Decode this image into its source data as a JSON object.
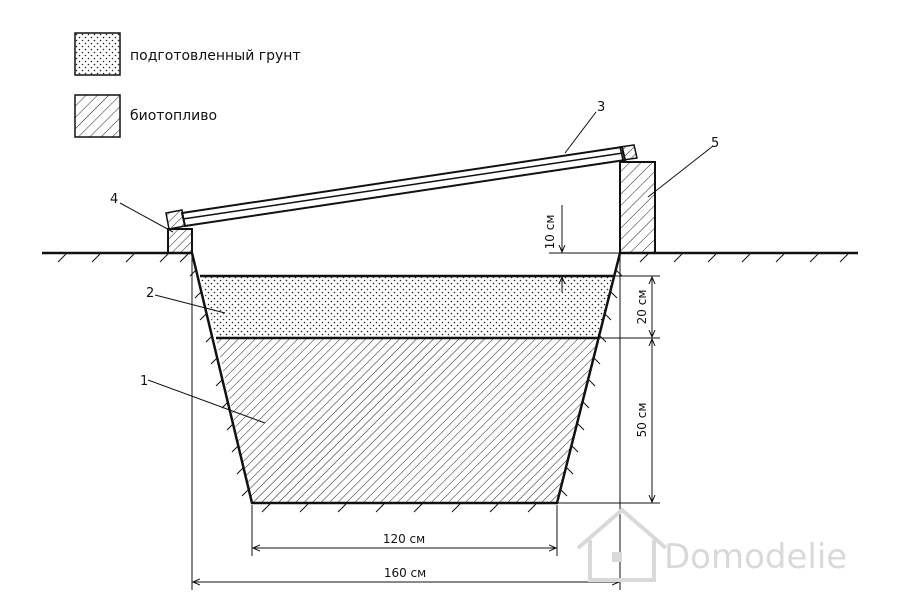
{
  "legend": {
    "prepared_soil": "подготовленный грунт",
    "biofuel": "биотопливо"
  },
  "callouts": {
    "1": "1",
    "2": "2",
    "3": "3",
    "4": "4",
    "5": "5"
  },
  "dimensions": {
    "gap_10": "10 см",
    "soil_20": "20 см",
    "fuel_50": "50 см",
    "bottom_120": "120 см",
    "top_160": "160 см"
  },
  "watermark": {
    "text": "Domodelie"
  },
  "colors": {
    "line": "#111111",
    "watermark": "#d9d9d9"
  }
}
